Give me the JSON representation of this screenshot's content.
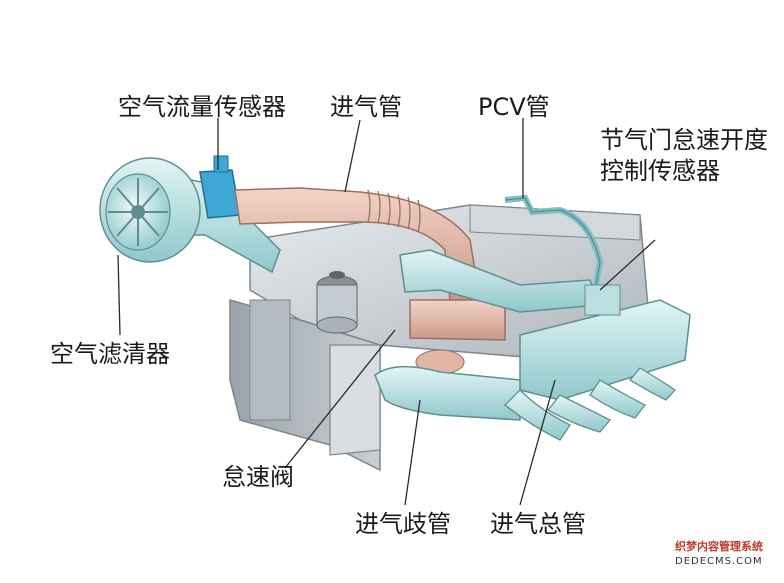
{
  "labels": {
    "air_flow_sensor": "空气流量传感器",
    "intake_pipe": "进气管",
    "pcv_pipe": "PCV管",
    "throttle_sensor_line1": "节气门怠速开度",
    "throttle_sensor_line2": "控制传感器",
    "air_filter": "空气滤清器",
    "idle_valve": "怠速阀",
    "intake_branch": "进气歧管",
    "intake_manifold": "进气总管"
  },
  "watermark": {
    "line1": "织梦内容管理系统",
    "line2": "DEDECMS.COM"
  },
  "colors": {
    "label_text": "#1a1a1a",
    "leader_line": "#2a2a2a",
    "engine_gray": "#c9cfd4",
    "intake_pink": "#e7bcae",
    "manifold_blue": "#bfe3e4",
    "sensor_blue": "#3ea7d6",
    "watermark_red": "#c0392b"
  }
}
